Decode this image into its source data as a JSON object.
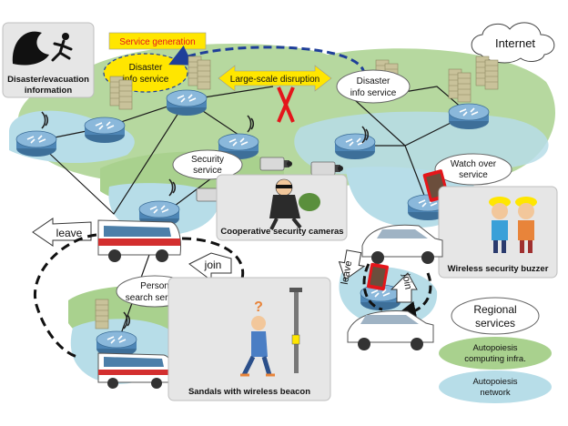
{
  "colors": {
    "green_blob": "#a9d18e",
    "blue_blob": "#b7dde8",
    "dashed_arrow": "#1f3f99",
    "red_cross": "#e4161b",
    "yellow": "#ffe600",
    "router": "#6fa3c9"
  },
  "labels": {
    "disaster_evac": "Disaster/evacuation",
    "disaster_evac_2": "information",
    "service_generation": "Service generation",
    "disaster_info_left_1": "Disaster",
    "disaster_info_left_2": "info service",
    "large_scale": "Large-scale disruption",
    "disaster_info_right_1": "Disaster",
    "disaster_info_right_2": "info service",
    "internet": "Internet",
    "security_service_1": "Security",
    "security_service_2": "service",
    "watch_over_1": "Watch over",
    "watch_over_2": "service",
    "coop_cameras": "Cooperative security cameras",
    "leave_left": "leave",
    "join_left": "join",
    "person_search_1": "Person",
    "person_search_2": "search service",
    "question_mark": "?",
    "sandals": "Sandals with wireless beacon",
    "wireless_buzzer": "Wireless security buzzer",
    "leave_right": "leave",
    "join_right": "join",
    "regional_1": "Regional",
    "regional_2": "services",
    "legend_green_1": "Autopoiesis",
    "legend_green_2": "computing infra.",
    "legend_blue_1": "Autopoiesis",
    "legend_blue_2": "network"
  },
  "icons": [
    "tsunami-runner-icon",
    "router-icon",
    "server-stack-icon",
    "wifi-icon",
    "security-camera-icon",
    "thief-icon",
    "bus-icon",
    "car-icon",
    "pedestrian-icon",
    "street-light-icon",
    "child-icon",
    "tablet-icon",
    "cloud-icon"
  ]
}
